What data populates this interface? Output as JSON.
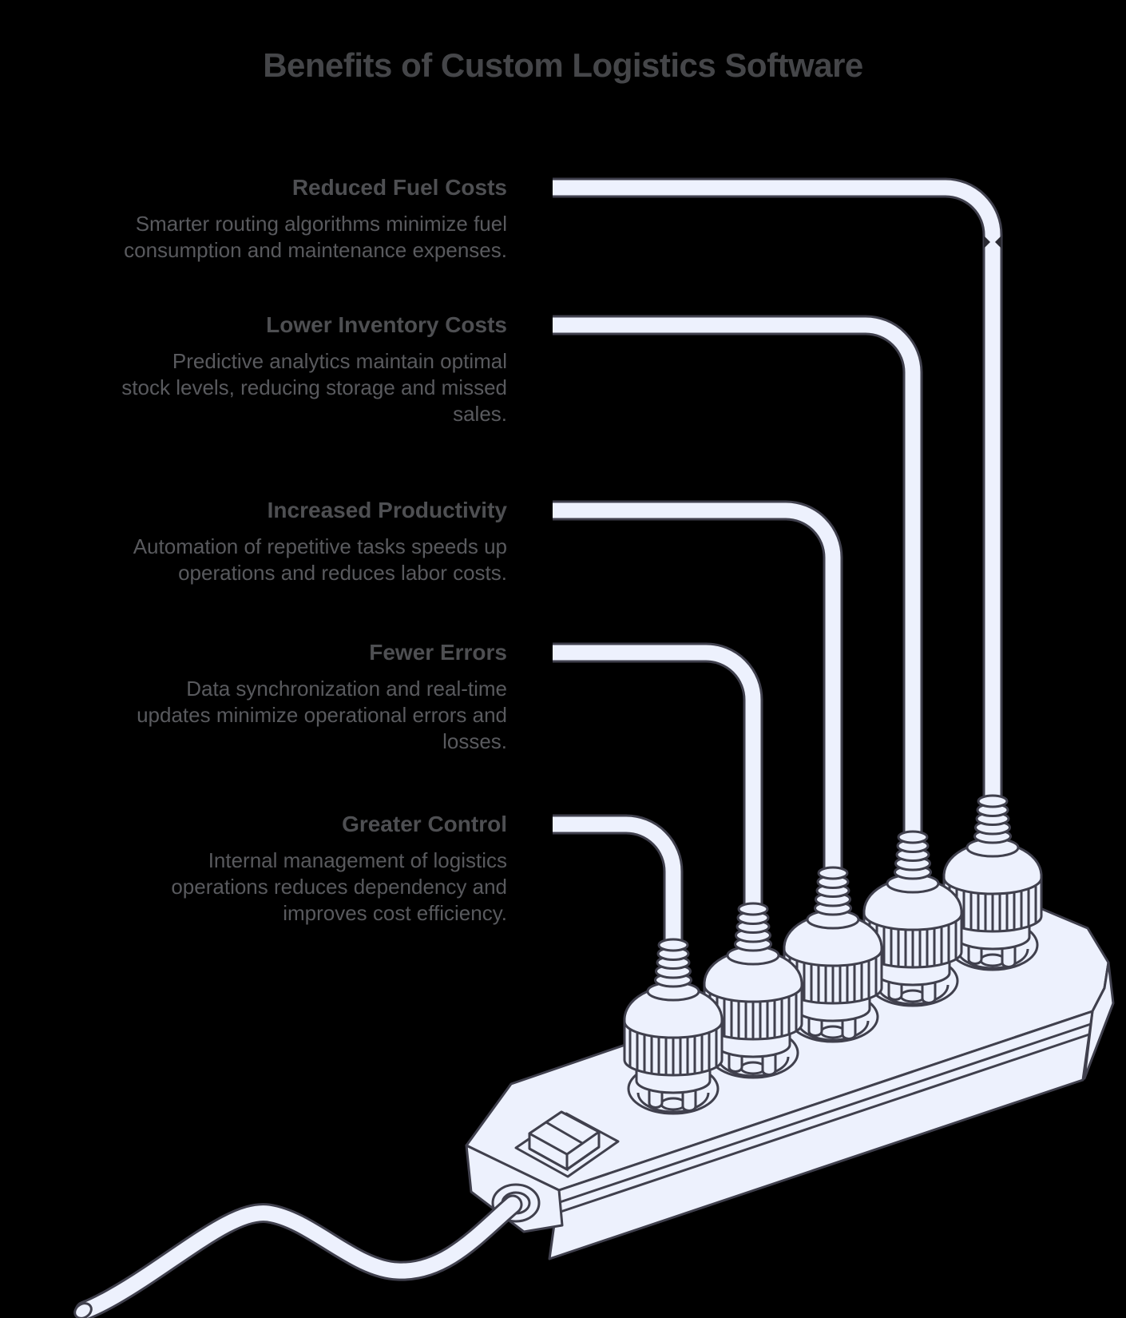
{
  "title": "Benefits of Custom Logistics Software",
  "benefits": [
    {
      "title": "Reduced Fuel Costs",
      "description": "Smarter routing algorithms minimize fuel\nconsumption and maintenance expenses."
    },
    {
      "title": "Lower Inventory Costs",
      "description": "Predictive analytics maintain optimal\nstock levels, reducing storage and missed\nsales."
    },
    {
      "title": "Increased Productivity",
      "description": "Automation of repetitive tasks speeds up\noperations and reduces labor costs."
    },
    {
      "title": "Fewer Errors",
      "description": "Data synchronization and real-time\nupdates minimize operational errors and\nlosses."
    },
    {
      "title": "Greater Control",
      "description": "Internal management of logistics\noperations reduces dependency and\nimproves cost efficiency."
    }
  ],
  "illustration": {
    "name": "power-strip-with-five-plugs",
    "plug_count": 5,
    "socket_count": 5,
    "has_power_switch": true,
    "has_power_cord": true
  },
  "colors": {
    "background": "#000000",
    "title_text": "#454649",
    "heading_text": "#4e4f52",
    "body_text": "#595a5e",
    "artwork_fill": "#edf1fd",
    "artwork_outline": "#40404d"
  }
}
